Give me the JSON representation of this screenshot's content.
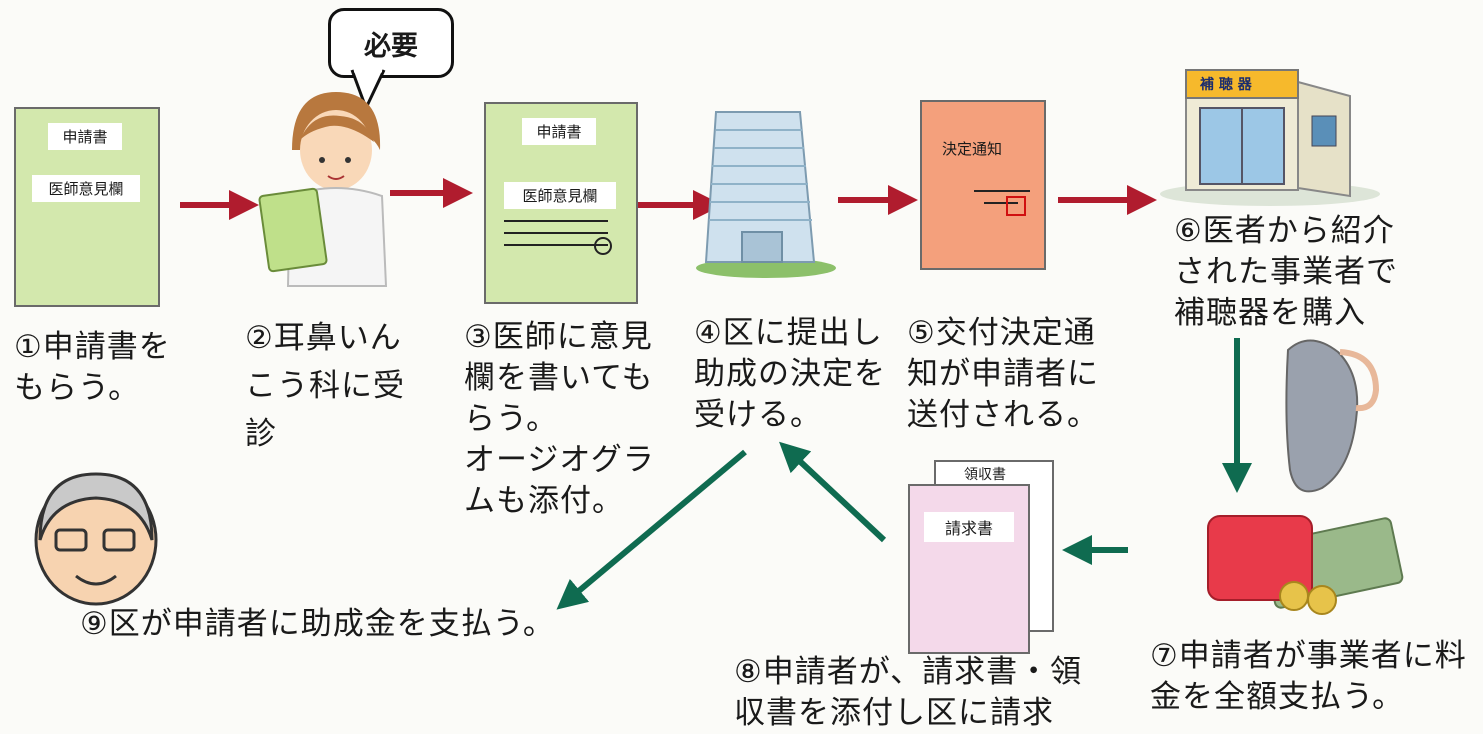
{
  "bubble": {
    "text": "必要"
  },
  "docs": {
    "form1_title": "申請書",
    "form1_field": "医師意見欄",
    "form3_title": "申請書",
    "form3_field": "医師意見欄",
    "notice_title": "決定通知",
    "shop_sign": "補 聴 器",
    "receipt_back": "領収書",
    "invoice_front": "請求書"
  },
  "steps": [
    {
      "text": "①申請書を\nもらう。"
    },
    {
      "text": "②耳鼻いん\nこう科に受\n診"
    },
    {
      "text": "③医師に意見\n欄を書いても\nらう。\nオージオグラ\nムも添付。"
    },
    {
      "text": "④区に提出し\n助成の決定を\n受ける。"
    },
    {
      "text": "⑤交付決定通\n知が申請者に\n送付される。"
    },
    {
      "text": "⑥医者から紹介\nされた事業者で\n補聴器を購入"
    },
    {
      "text": "⑦申請者が事業者に料\n金を全額支払う。"
    },
    {
      "text": "⑧申請者が、請求書・領\n収書を添付し区に請求"
    },
    {
      "text": "⑨区が申請者に助成金を支払う。"
    }
  ],
  "colors": {
    "red_arrow": "#b01c2e",
    "green_arrow": "#0f6b50",
    "form_green": "#d3e8ad",
    "notice_orange": "#f4a07c",
    "invoice_pink": "#f4d9ea"
  }
}
